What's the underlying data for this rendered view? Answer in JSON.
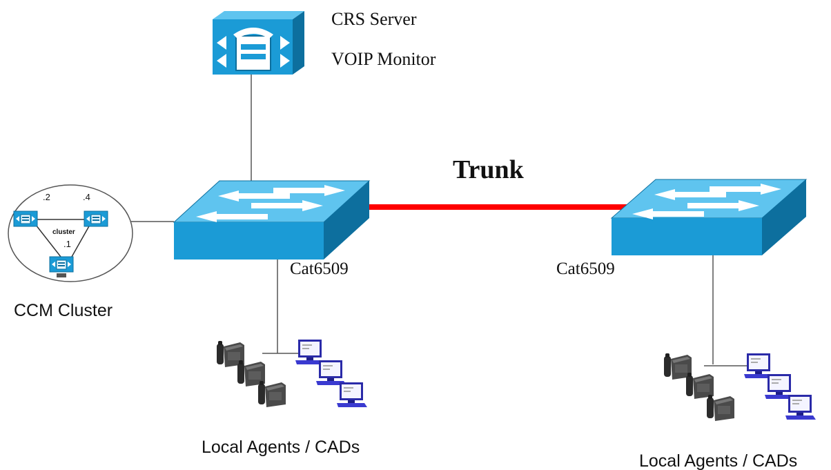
{
  "server": {
    "name": "CRS Server",
    "role": "VOIP Monitor"
  },
  "link": {
    "label": "Trunk",
    "color": "#ff0000"
  },
  "switch_left": {
    "label": "Cat6509"
  },
  "switch_right": {
    "label": "Cat6509"
  },
  "cluster": {
    "name": "CCM Cluster",
    "inner_label": "cluster",
    "nodes": [
      ".2",
      ".4",
      ".1"
    ]
  },
  "agents_left": {
    "label": "Local Agents / CADs"
  },
  "agents_right": {
    "label": "Local Agents / CADs"
  },
  "colors": {
    "device_blue": "#1b9bd6",
    "device_light": "#5fc4ef",
    "device_dark": "#0d6f9e",
    "phone": "#3a3a3a",
    "pc": "#2a2aa8"
  }
}
